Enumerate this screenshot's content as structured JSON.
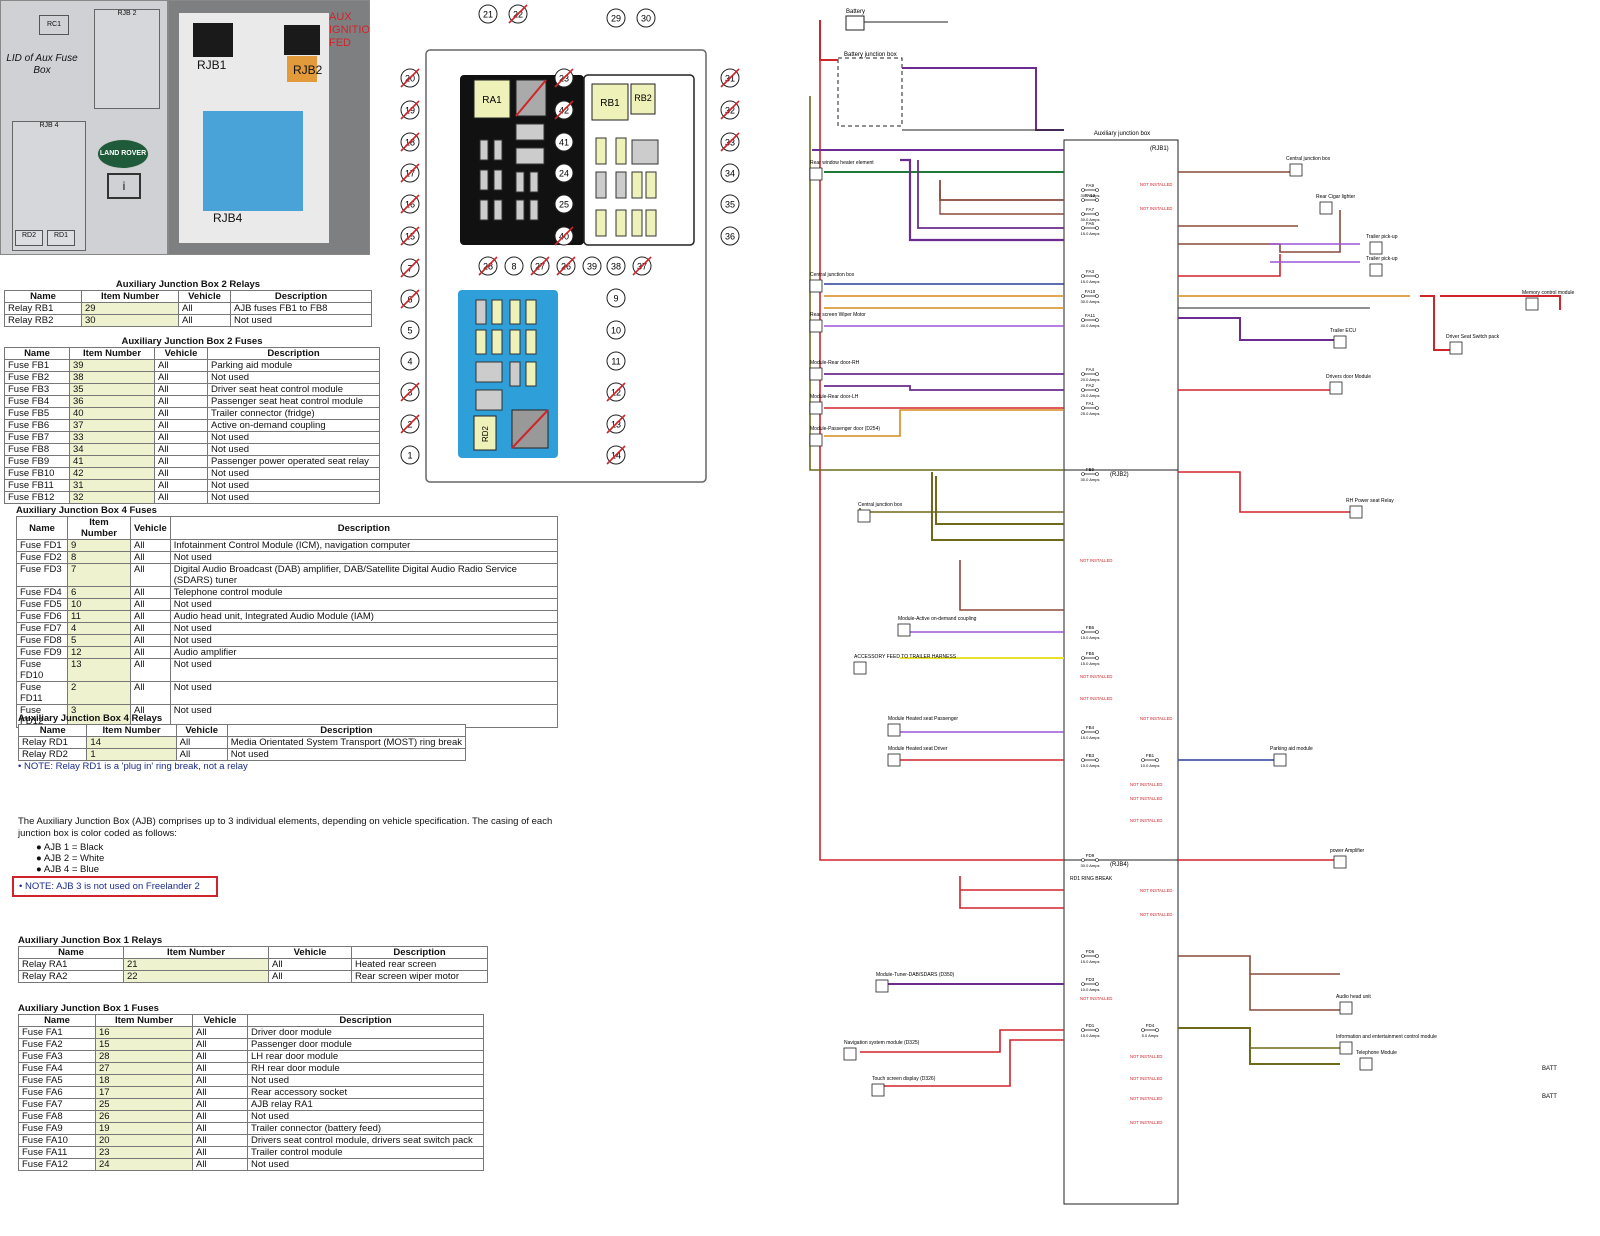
{
  "photos": {
    "lid_label": "LID of Aux Fuse Box",
    "lid_rjb2": "RJB 2",
    "lid_rjb4": "RJB 4",
    "lid_rc1": "RC1",
    "lid_rd2": "RD2",
    "lid_rd1": "RD1",
    "brand": "LAND ROVER",
    "rjb1": "RJB1",
    "rjb2": "RJB2",
    "rjb4": "RJB4",
    "aux_note_1": "AUX",
    "aux_note_2": "IGNITION",
    "aux_note_3": "FED"
  },
  "fuse_layout": {
    "relays": {
      "ra1": "RA1",
      "rb1": "RB1",
      "rb2": "RB2",
      "rd2": "RD2"
    },
    "callouts": [
      {
        "n": "21",
        "crossed": false
      },
      {
        "n": "22",
        "crossed": true
      },
      {
        "n": "29",
        "crossed": false
      },
      {
        "n": "30",
        "crossed": false
      },
      {
        "n": "20",
        "crossed": true
      },
      {
        "n": "19",
        "crossed": true
      },
      {
        "n": "18",
        "crossed": true
      },
      {
        "n": "17",
        "crossed": true
      },
      {
        "n": "16",
        "crossed": true
      },
      {
        "n": "15",
        "crossed": true
      },
      {
        "n": "23",
        "crossed": true
      },
      {
        "n": "42",
        "crossed": true
      },
      {
        "n": "41",
        "crossed": false
      },
      {
        "n": "24",
        "crossed": false
      },
      {
        "n": "25",
        "crossed": false
      },
      {
        "n": "40",
        "crossed": true
      },
      {
        "n": "31",
        "crossed": true
      },
      {
        "n": "32",
        "crossed": true
      },
      {
        "n": "33",
        "crossed": true
      },
      {
        "n": "34",
        "crossed": false
      },
      {
        "n": "35",
        "crossed": false
      },
      {
        "n": "36",
        "crossed": false
      },
      {
        "n": "28",
        "crossed": true
      },
      {
        "n": "8",
        "crossed": false
      },
      {
        "n": "27",
        "crossed": true
      },
      {
        "n": "26",
        "crossed": true
      },
      {
        "n": "39",
        "crossed": false
      },
      {
        "n": "38",
        "crossed": false
      },
      {
        "n": "37",
        "crossed": true
      },
      {
        "n": "7",
        "crossed": true
      },
      {
        "n": "6",
        "crossed": true
      },
      {
        "n": "5",
        "crossed": false
      },
      {
        "n": "4",
        "crossed": false
      },
      {
        "n": "3",
        "crossed": true
      },
      {
        "n": "2",
        "crossed": true
      },
      {
        "n": "1",
        "crossed": false
      },
      {
        "n": "9",
        "crossed": false
      },
      {
        "n": "10",
        "crossed": false
      },
      {
        "n": "11",
        "crossed": false
      },
      {
        "n": "12",
        "crossed": true
      },
      {
        "n": "13",
        "crossed": true
      },
      {
        "n": "14",
        "crossed": true
      }
    ]
  },
  "ajb2_relays": {
    "title": "Auxiliary Junction Box 2 Relays",
    "headers": [
      "Name",
      "Item Number",
      "Vehicle",
      "Description"
    ],
    "rows": [
      [
        "Relay RB1",
        "29",
        "All",
        "AJB fuses FB1 to FB8"
      ],
      [
        "Relay RB2",
        "30",
        "All",
        "Not used"
      ]
    ]
  },
  "ajb2_fuses": {
    "title": "Auxiliary Junction Box 2 Fuses",
    "headers": [
      "Name",
      "Item Number",
      "Vehicle",
      "Description"
    ],
    "rows": [
      [
        "Fuse FB1",
        "39",
        "All",
        "Parking aid module"
      ],
      [
        "Fuse FB2",
        "38",
        "All",
        "Not used"
      ],
      [
        "Fuse FB3",
        "35",
        "All",
        "Driver seat heat control module"
      ],
      [
        "Fuse FB4",
        "36",
        "All",
        "Passenger seat heat control module"
      ],
      [
        "Fuse FB5",
        "40",
        "All",
        "Trailer connector (fridge)"
      ],
      [
        "Fuse FB6",
        "37",
        "All",
        "Active on-demand coupling"
      ],
      [
        "Fuse FB7",
        "33",
        "All",
        "Not used"
      ],
      [
        "Fuse FB8",
        "34",
        "All",
        "Not used"
      ],
      [
        "Fuse FB9",
        "41",
        "All",
        "Passenger power operated seat relay"
      ],
      [
        "Fuse FB10",
        "42",
        "All",
        "Not used"
      ],
      [
        "Fuse FB11",
        "31",
        "All",
        "Not used"
      ],
      [
        "Fuse FB12",
        "32",
        "All",
        "Not used"
      ]
    ]
  },
  "ajb4_fuses": {
    "title": "Auxiliary Junction Box 4 Fuses",
    "headers": [
      "Name",
      "Item Number",
      "Vehicle",
      "Description"
    ],
    "rows": [
      [
        "Fuse FD1",
        "9",
        "All",
        "Infotainment Control Module (ICM), navigation computer"
      ],
      [
        "Fuse FD2",
        "8",
        "All",
        "Not used"
      ],
      [
        "Fuse FD3",
        "7",
        "All",
        "Digital Audio Broadcast (DAB) amplifier, DAB/Satellite Digital Audio Radio Service (SDARS) tuner"
      ],
      [
        "Fuse FD4",
        "6",
        "All",
        "Telephone control module"
      ],
      [
        "Fuse FD5",
        "10",
        "All",
        "Not used"
      ],
      [
        "Fuse FD6",
        "11",
        "All",
        "Audio head unit, Integrated Audio Module (IAM)"
      ],
      [
        "Fuse FD7",
        "4",
        "All",
        "Not used"
      ],
      [
        "Fuse FD8",
        "5",
        "All",
        "Not used"
      ],
      [
        "Fuse FD9",
        "12",
        "All",
        "Audio amplifier"
      ],
      [
        "Fuse FD10",
        "13",
        "All",
        "Not used"
      ],
      [
        "Fuse FD11",
        "2",
        "All",
        "Not used"
      ],
      [
        "Fuse FD12",
        "3",
        "All",
        "Not used"
      ]
    ]
  },
  "ajb4_relays": {
    "title": "Auxiliary Junction Box 4 Relays",
    "headers": [
      "Name",
      "Item Number",
      "Vehicle",
      "Description"
    ],
    "rows": [
      [
        "Relay RD1",
        "14",
        "All",
        "Media Orientated System Transport (MOST) ring break"
      ],
      [
        "Relay RD2",
        "1",
        "All",
        "Not used"
      ]
    ],
    "note": "• NOTE: Relay RD1 is a 'plug in' ring break, not a relay"
  },
  "intro": {
    "paragraph": "The Auxiliary Junction Box (AJB) comprises up to 3 individual elements, depending on vehicle specification. The casing of each junction box is color coded as follows:",
    "bullets": [
      "AJB 1 = Black",
      "AJB 2 = White",
      "AJB 4 = Blue"
    ],
    "note": "• NOTE: AJB 3 is not used on Freelander 2"
  },
  "ajb1_relays": {
    "title": "Auxiliary Junction Box 1 Relays",
    "headers": [
      "Name",
      "Item Number",
      "Vehicle",
      "Description"
    ],
    "rows": [
      [
        "Relay RA1",
        "21",
        "All",
        "Heated rear screen"
      ],
      [
        "Relay RA2",
        "22",
        "All",
        "Rear screen wiper motor"
      ]
    ]
  },
  "ajb1_fuses": {
    "title": "Auxiliary Junction Box 1 Fuses",
    "headers": [
      "Name",
      "Item Number",
      "Vehicle",
      "Description"
    ],
    "rows": [
      [
        "Fuse FA1",
        "16",
        "All",
        "Driver door module"
      ],
      [
        "Fuse FA2",
        "15",
        "All",
        "Passenger door module"
      ],
      [
        "Fuse FA3",
        "28",
        "All",
        "LH rear door module"
      ],
      [
        "Fuse FA4",
        "27",
        "All",
        "RH rear door module"
      ],
      [
        "Fuse FA5",
        "18",
        "All",
        "Not used"
      ],
      [
        "Fuse FA6",
        "17",
        "All",
        "Rear accessory socket"
      ],
      [
        "Fuse FA7",
        "25",
        "All",
        "AJB relay RA1"
      ],
      [
        "Fuse FA8",
        "26",
        "All",
        "Not used"
      ],
      [
        "Fuse FA9",
        "19",
        "All",
        "Trailer connector (battery feed)"
      ],
      [
        "Fuse FA10",
        "20",
        "All",
        "Drivers seat control module, drivers seat switch pack"
      ],
      [
        "Fuse FA11",
        "23",
        "All",
        "Trailer control module"
      ],
      [
        "Fuse FA12",
        "24",
        "All",
        "Not used"
      ]
    ]
  },
  "wiring": {
    "colors": {
      "red": "#d0242b",
      "green": "#1f7a3a",
      "purple": "#6a2d8f",
      "brown": "#8a4a3a",
      "blue": "#2a3f9a",
      "olive": "#6d6a1c",
      "orange": "#d88a1a",
      "yellow": "#e8e22a",
      "violet": "#9a55d6",
      "black": "#222222"
    },
    "battery": "Battery",
    "battery_jb": "Battery junction box",
    "ajb_title": "Auxiliary junction box",
    "rjb1": "(RJB1)",
    "rjb2": "(RJB2)",
    "rjb4": "(RJB4)",
    "not_installed": "NOT INSTALLED",
    "left_components": [
      "Rear window heater element",
      "Central junction box",
      "Rear screen Wiper Motor",
      "Module-Rear door-RH",
      "Module-Rear door-LH",
      "Module-Passenger door (D254)",
      "Central junction box",
      "Module-Active on-demand coupling",
      "ACCESSORY FEED TO TRAILER HARNESS",
      "Module Heated seat Passenger",
      "Module Heated seat Driver",
      "Module-Tuner-DAB/SDARS (D350)",
      "Navigation system module (D325)",
      "Touch screen display (D326)"
    ],
    "right_components": [
      "Central junction box",
      "Rear Cigar lighter",
      "Trailer pick-up",
      "Trailer pick-up",
      "Memory control module",
      "Trailer ECU",
      "Driver Seat Switch pack",
      "Drivers door Module",
      "RH Power seat Relay",
      "Parking aid module",
      "power Amplifier",
      "Audio head unit",
      "Information and entertainment control module",
      "Telephone Module"
    ],
    "fuse_labels": [
      {
        "name": "FA9",
        "amps": "30.0 Amps"
      },
      {
        "name": "FA12",
        "amps": ""
      },
      {
        "name": "FA7",
        "amps": "30.0 Amps"
      },
      {
        "name": "FA6",
        "amps": "15.0 Amps"
      },
      {
        "name": "FA3",
        "amps": "15.0 Amps"
      },
      {
        "name": "FA10",
        "amps": "30.0 Amps"
      },
      {
        "name": "FA11",
        "amps": "40.0 Amps"
      },
      {
        "name": "FA4",
        "amps": "20.0 Amps"
      },
      {
        "name": "FA2",
        "amps": "25.0 Amps"
      },
      {
        "name": "FA1",
        "amps": "25.0 Amps"
      },
      {
        "name": "FB9",
        "amps": "30.0 Amps"
      },
      {
        "name": "FB6",
        "amps": "15.0 Amps"
      },
      {
        "name": "FB5",
        "amps": "15.0 Amps"
      },
      {
        "name": "FB4",
        "amps": "15.0 Amps"
      },
      {
        "name": "FB3",
        "amps": "15.0 Amps"
      },
      {
        "name": "FB1",
        "amps": "10.0 Amps"
      },
      {
        "name": "FD9",
        "amps": "30.0 Amps"
      },
      {
        "name": "FD6",
        "amps": "15.0 Amps"
      },
      {
        "name": "FD3",
        "amps": "10.0 Amps"
      },
      {
        "name": "FD1",
        "amps": "15.0 Amps"
      },
      {
        "name": "FD4",
        "amps": "5.0 Amps"
      }
    ],
    "rd1_ring_break": "RD1 RING BREAK",
    "batt": "BATT"
  }
}
